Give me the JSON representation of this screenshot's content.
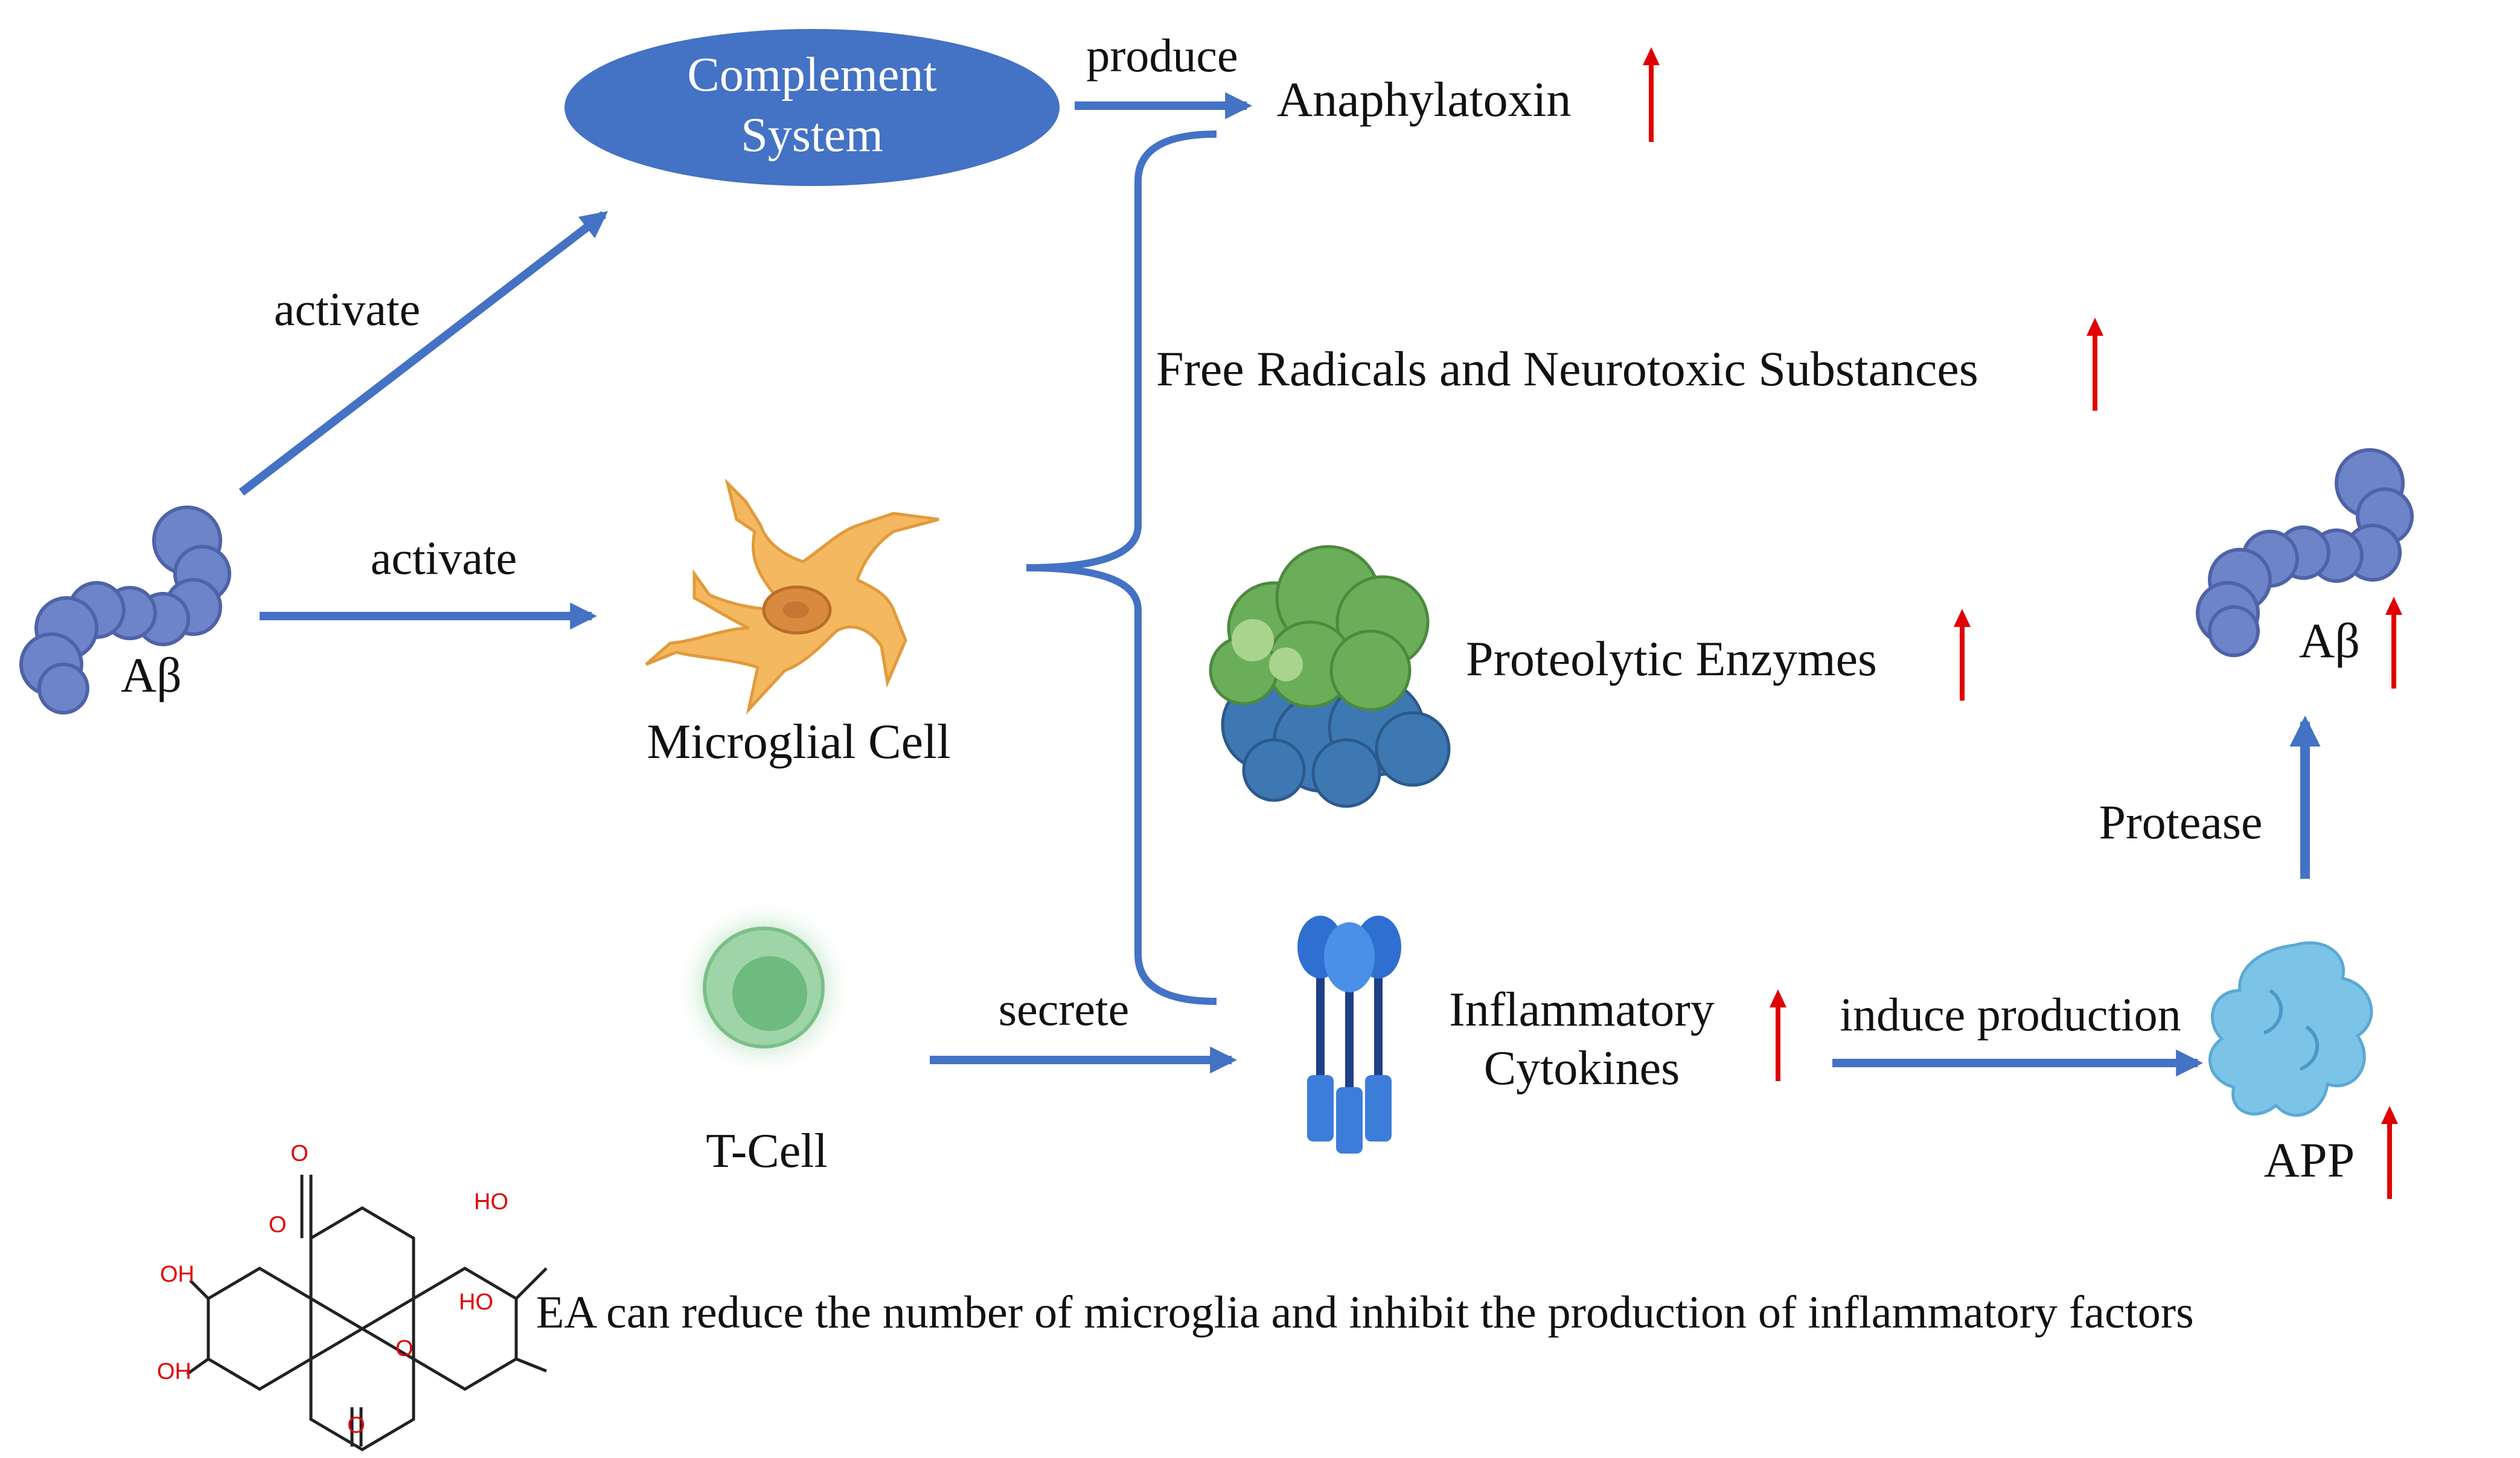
{
  "nodes": {
    "complement_line1": "Complement",
    "complement_line2": "System",
    "abeta_left": "Aβ",
    "microglial_cell": "Microglial  Cell",
    "t_cell": "T-Cell",
    "anaphylatoxin": "Anaphylatoxin",
    "free_radicals": "Free Radicals and Neurotoxic Substances",
    "proteolytic_enzymes": "Proteolytic Enzymes",
    "inflammatory_line1": "Inflammatory",
    "inflammatory_line2": "Cytokines",
    "app": "APP",
    "abeta_right": "Aβ"
  },
  "edges": {
    "abeta_to_complement": "activate",
    "abeta_to_microglia": "activate",
    "complement_to_anaphylatoxin": "produce",
    "tcell_to_cytokines": "secrete",
    "cytokines_to_app": "induce production",
    "app_to_abeta": "Protease"
  },
  "footer": {
    "note": "EA can reduce the number of microglia  and inhibit  the production  of inflammatory  factors"
  },
  "molecule": {
    "labels": [
      "O",
      "O",
      "HO",
      "HO",
      "OH",
      "OH",
      "O",
      "O"
    ]
  },
  "colors": {
    "arrow_blue": "#4472C4",
    "increase_red": "#E00000",
    "complement_fill": "#4472C4",
    "microglia_fill": "#F4B860",
    "tcell_fill": "#6DBB7E",
    "abeta_fill": "#6E84C8",
    "app_fill": "#7CC3E8",
    "receptor_fill": "#3C7DD9",
    "enzyme_top": "#6BAE5A",
    "enzyme_bottom": "#3E78B2"
  }
}
